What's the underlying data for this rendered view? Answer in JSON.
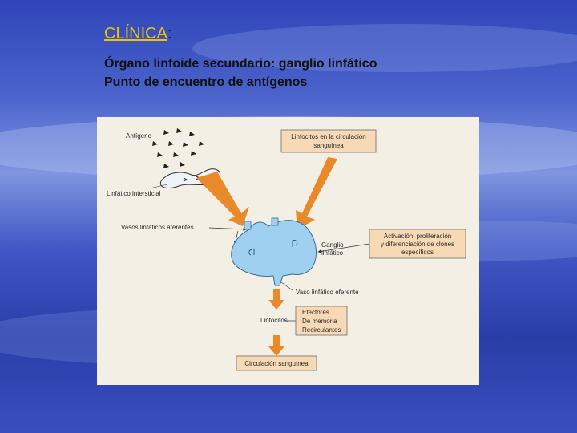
{
  "slide": {
    "title_word": "CLÍNICA",
    "title_colon": ":",
    "line1": "Órgano linfoide secundario: ganglio linfático",
    "line2": "Punto de encuentro de antígenos"
  },
  "colors": {
    "title": "#f2c200",
    "node": "#9fd0f0",
    "box": "#f7d9b6",
    "arrow": "#e9892a"
  },
  "diagram": {
    "antigeno": "Antígeno",
    "linfatico_intersticial": "Linfático intersticial",
    "vasos_aferentes": "Vasos linfáticos aferentes",
    "linfocitos_circ_1": "Linfocitos en la circulación",
    "linfocitos_circ_2": "sanguínea",
    "ganglio_1": "Ganglio",
    "ganglio_2": "linfático",
    "activacion_1": "Activación, proliferación",
    "activacion_2": "y diferenciación de clones",
    "activacion_3": "específicos",
    "vaso_eferente": "Vaso linfático eferente",
    "linfocitos": "Linfocitos",
    "efectores": "Efectores",
    "de_memoria": "De memoria",
    "recirculantes": "Recirculantes",
    "circulacion_sanguinea": "Circulación sanguínea"
  }
}
